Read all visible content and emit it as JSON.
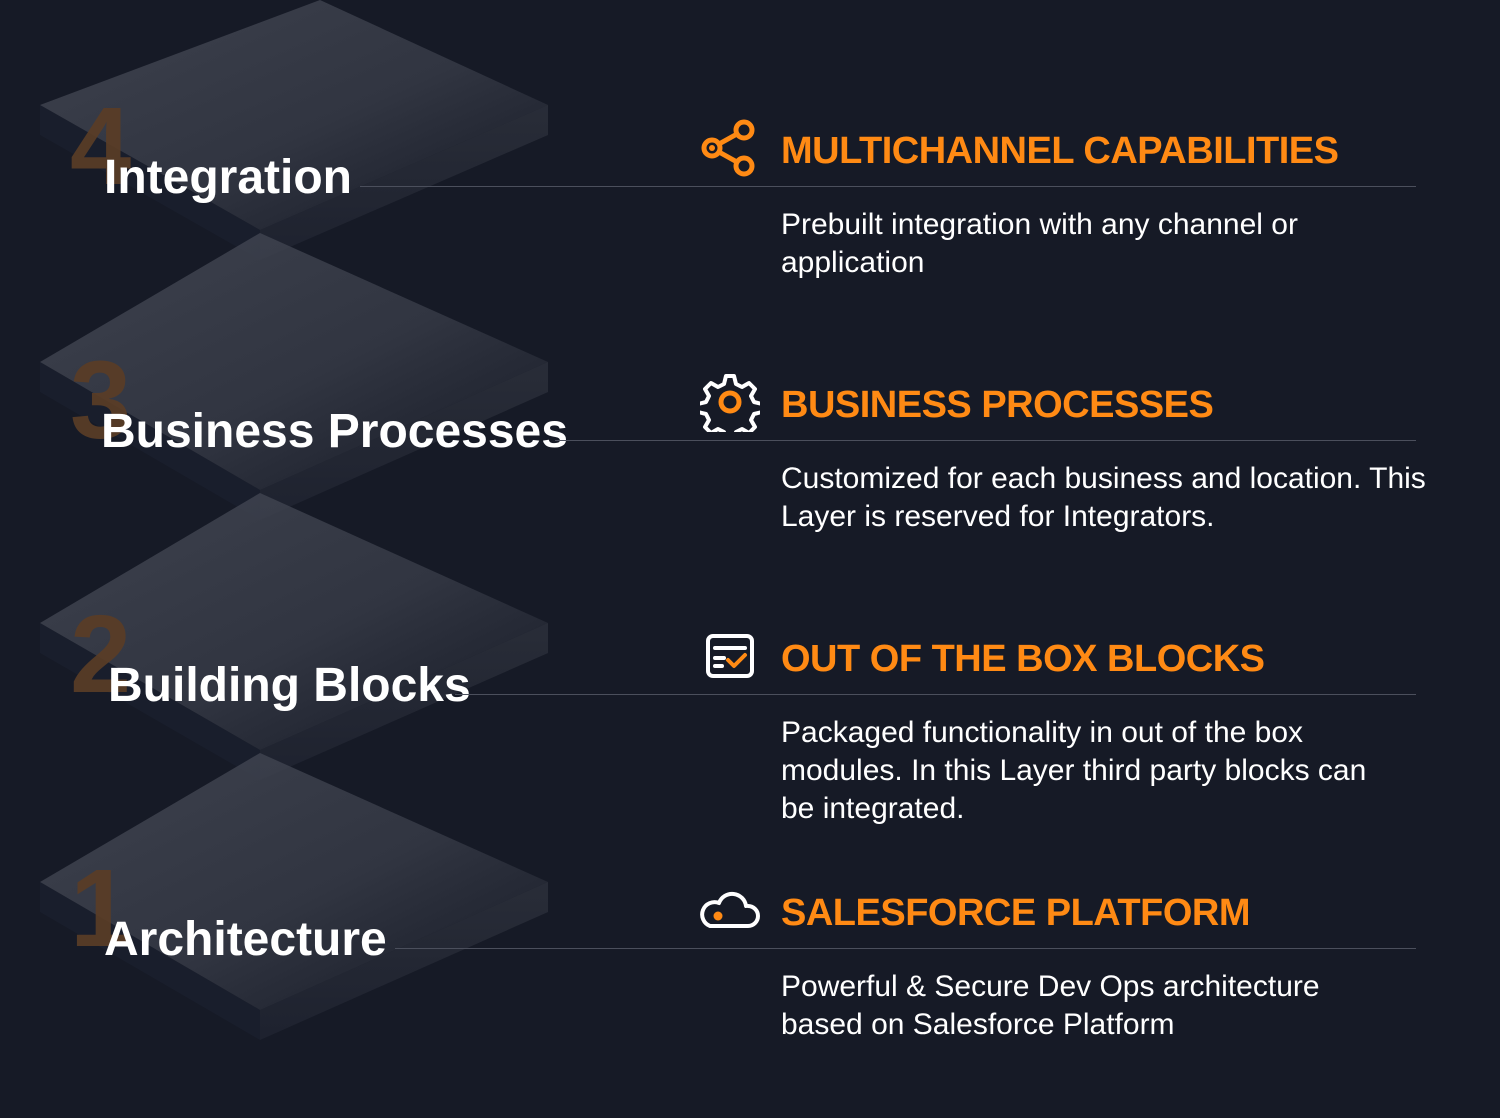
{
  "layers": [
    {
      "number": "4",
      "name": "Integration",
      "icon": "share-icon",
      "title": "MULTICHANNEL CAPABILITIES",
      "description": "Prebuilt integration with any channel or application"
    },
    {
      "number": "3",
      "name": "Business Processes",
      "icon": "gear-icon",
      "title": "BUSINESS PROCESSES",
      "description": "Customized for each business and location. This Layer is reserved for Integrators."
    },
    {
      "number": "2",
      "name": "Building Blocks",
      "icon": "checklist-icon",
      "title": "OUT OF THE BOX BLOCKS",
      "description": "Packaged functionality in out of the box modules. In this Layer third party blocks can be integrated."
    },
    {
      "number": "1",
      "name": "Architecture",
      "icon": "cloud-icon",
      "title": "SALESFORCE PLATFORM",
      "description": "Powerful & Secure Dev Ops architecture based on Salesforce Platform"
    }
  ],
  "colors": {
    "background": "#161a26",
    "accent": "#ff8a14",
    "number": "#5a3d26",
    "plate": "#3a3e4a",
    "text": "#ffffff"
  }
}
